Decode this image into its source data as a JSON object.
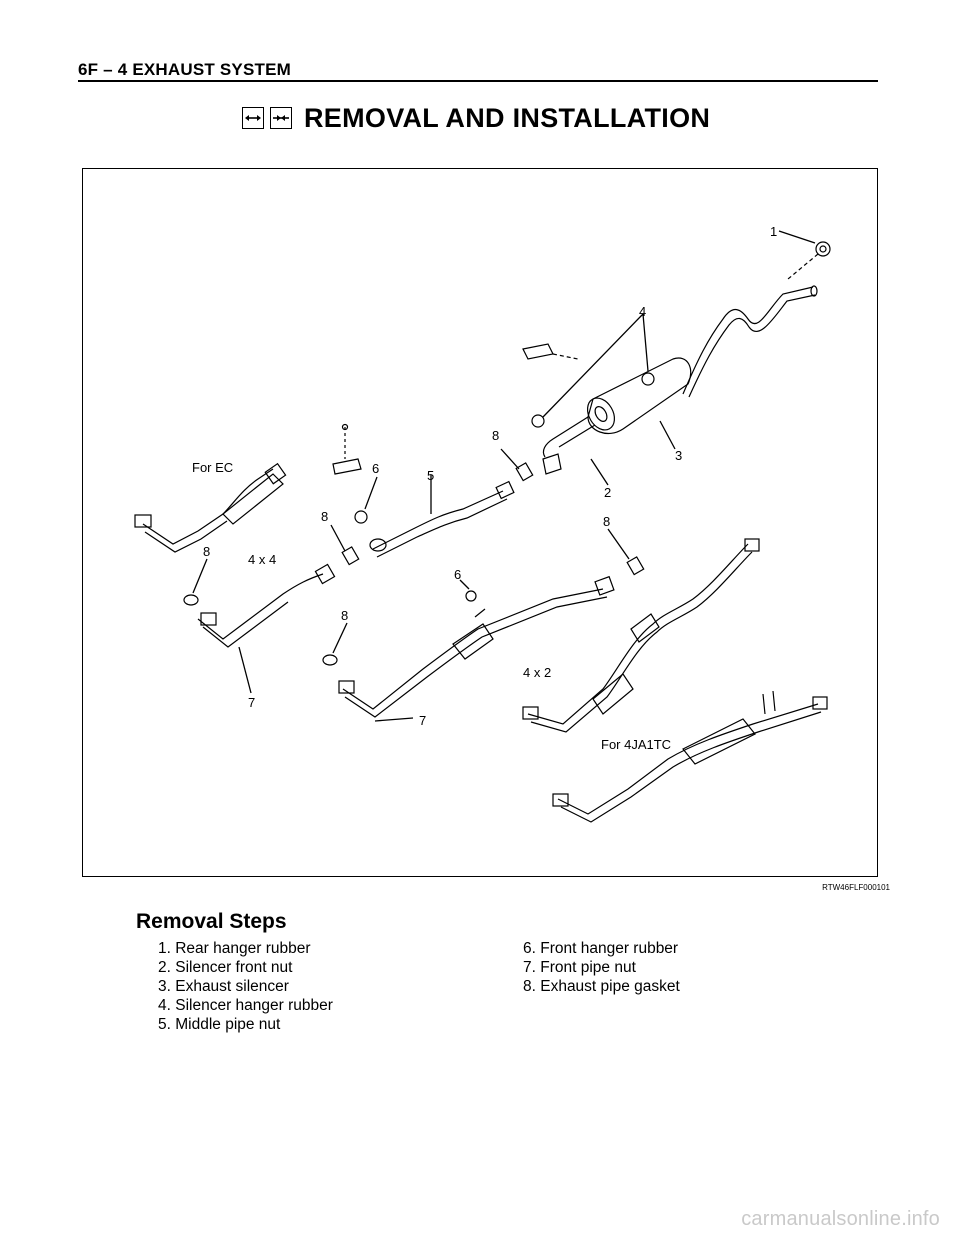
{
  "header": {
    "section": "6F – 4   EXHAUST SYSTEM"
  },
  "title": {
    "text": "REMOVAL AND INSTALLATION",
    "icons": [
      "removal-arrows-icon",
      "installation-arrows-icon"
    ]
  },
  "figure": {
    "code": "RTW46FLF000101",
    "labels": {
      "for_ec": "For EC",
      "four_by_four": "4 x 4",
      "four_by_two": "4 x 2",
      "for_4ja1tc": "For 4JA1TC",
      "callouts": [
        "1",
        "2",
        "3",
        "4",
        "5",
        "6",
        "6",
        "7",
        "7",
        "8",
        "8",
        "8",
        "8",
        "8"
      ]
    }
  },
  "removal": {
    "title": "Removal Steps",
    "steps": [
      "1. Rear hanger rubber",
      "2. Silencer front nut",
      "3. Exhaust silencer",
      "4. Silencer hanger rubber",
      "5. Middle pipe nut",
      "6. Front hanger rubber",
      "7. Front pipe nut",
      "8. Exhaust pipe gasket"
    ]
  },
  "watermark": "carmanualsonline.info"
}
